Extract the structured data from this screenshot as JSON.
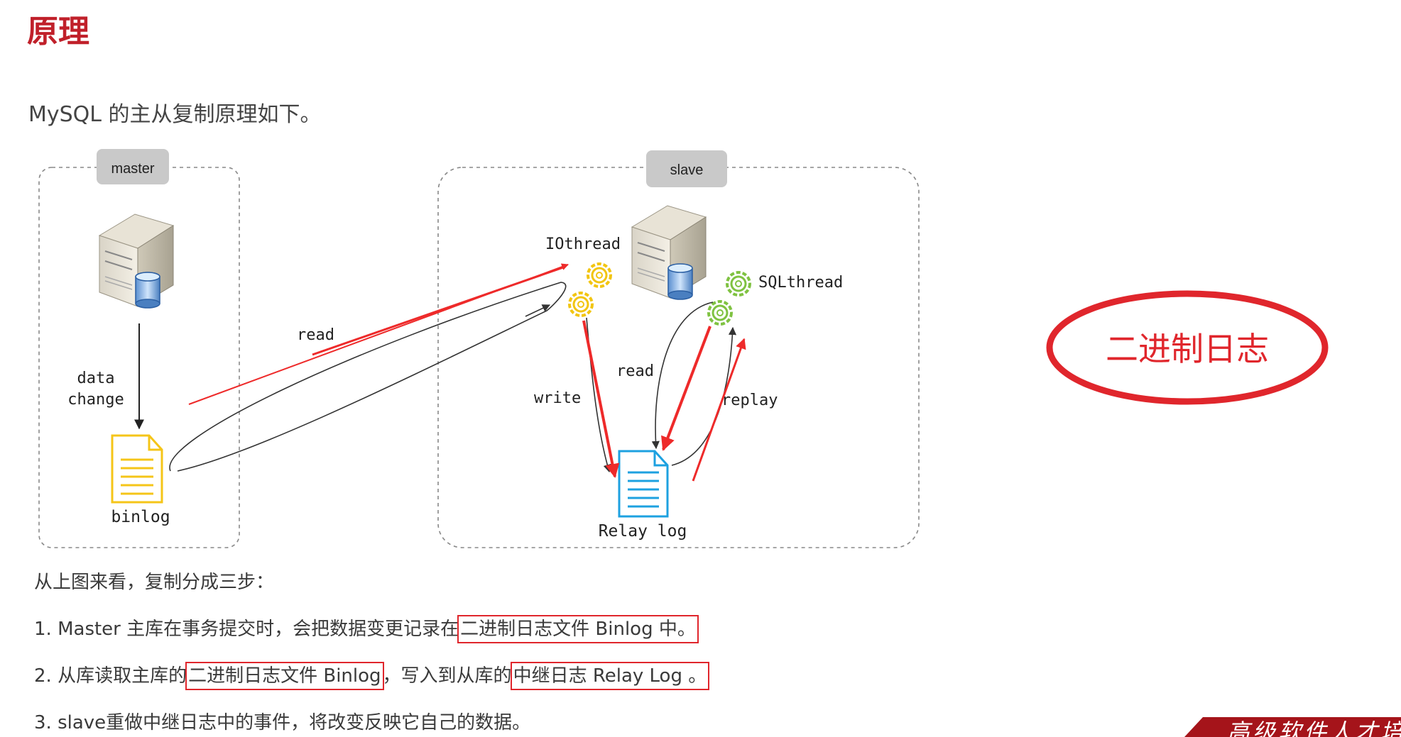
{
  "heading": "原理",
  "intro": "MySQL 的主从复制原理如下。",
  "diagram": {
    "master_label": "master",
    "slave_label": "slave",
    "data_change": [
      "data",
      "change"
    ],
    "binlog": "binlog",
    "read_left": "read",
    "iothread": "IOthread",
    "sqlthread": "SQLthread",
    "write": "write",
    "read_right": "read",
    "replay": "replay",
    "relay_log": "Relay log"
  },
  "annotation": "二进制日志",
  "steps_intro": "从上图来看，复制分成三步：",
  "steps": [
    {
      "num": "1.",
      "pre": "Master 主库在事务提交时，会把数据变更记录在",
      "highlight": "二进制日志文件 Binlog 中。"
    },
    {
      "num": "2.",
      "pre": "从库读取主库的",
      "highlight1": "二进制日志文件 Binlog",
      "mid": "，写入到从库的",
      "highlight2": "中继日志 Relay Log 。"
    },
    {
      "num": "3.",
      "text": "slave重做中继日志中的事件，将改变反映它自己的数据。"
    }
  ],
  "banner": "高级软件人才培",
  "colors": {
    "title_red": "#c0202a",
    "annotation_red": "#e0262c",
    "doc_yellow": "#f5c518",
    "doc_blue": "#1da1e0",
    "gear_yellow": "#f2c511",
    "gear_green": "#7fc241"
  }
}
